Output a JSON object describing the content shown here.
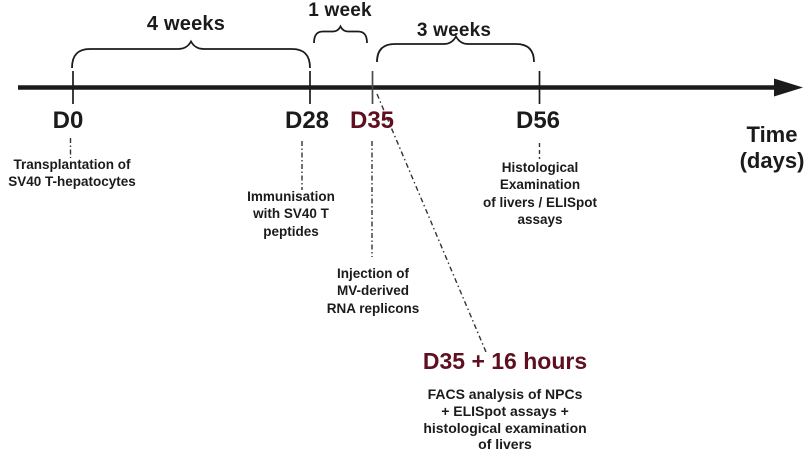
{
  "colors": {
    "ink": "#1b1b1b",
    "highlight_dark_red": "#5e1020"
  },
  "axis_label": {
    "line1": "Time",
    "line2": "(days)"
  },
  "intervals": [
    {
      "label": "4 weeks",
      "from": "D0",
      "to": "D28"
    },
    {
      "label": "1 week",
      "from": "D28",
      "to": "D35"
    },
    {
      "label": "3 weeks",
      "from": "D35",
      "to": "D56"
    }
  ],
  "timepoints": [
    {
      "label": "D0",
      "annotation": "Transplantation of\nSV40 T-hepatocytes"
    },
    {
      "label": "D28",
      "annotation": "Immunisation\nwith SV40 T\npeptides"
    },
    {
      "label": "D35",
      "annotation": "Injection of\nMV-derived\nRNA replicons"
    },
    {
      "label": "D56",
      "annotation": "Histological\nExamination\nof livers / ELISpot\nassays"
    }
  ],
  "offshoot": {
    "label": "D35 + 16 hours",
    "annotation": "FACS analysis of NPCs\n+ ELISpot assays +\nhistological examination\nof livers"
  }
}
